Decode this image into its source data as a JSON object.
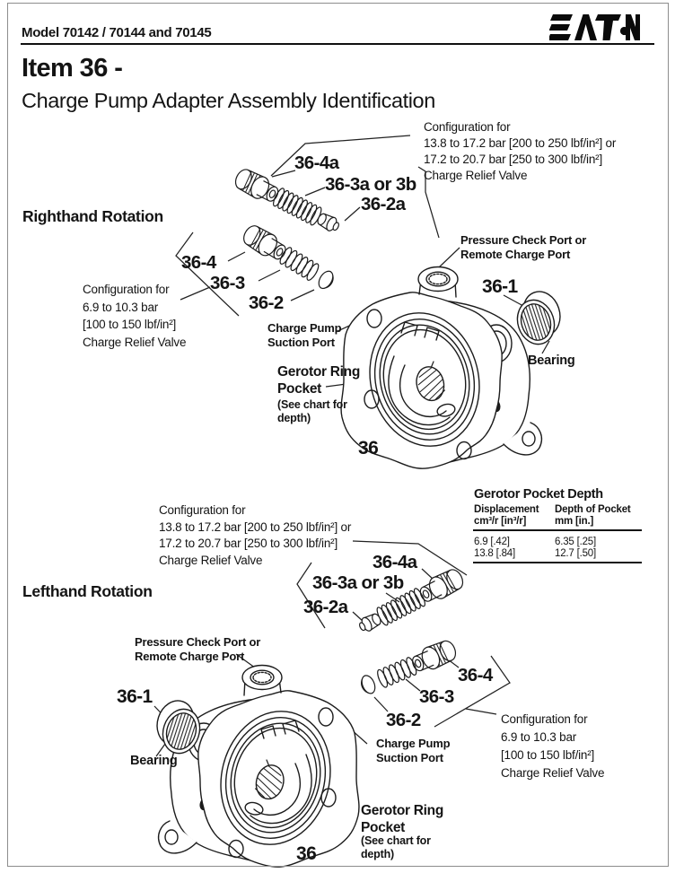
{
  "header": {
    "model": "Model 70142 / 70144 and 70145",
    "brand": "EATON"
  },
  "title": {
    "item": "Item 36 -",
    "subtitle": "Charge Pump Adapter Assembly Identification"
  },
  "sections": {
    "righthand": {
      "heading": "Righthand Rotation"
    },
    "lefthand": {
      "heading": "Lefthand Rotation"
    }
  },
  "config_high": {
    "l1": "Configuration for",
    "l2": "13.8 to 17.2 bar [200 to 250 lbf/in²] or",
    "l3": "17.2 to 20.7 bar [250 to 300 lbf/in²]",
    "l4": "Charge Relief Valve"
  },
  "config_low": {
    "l1": "Configuration for",
    "l2": "6.9 to 10.3 bar",
    "l3": "[100 to 150 lbf/in²]",
    "l4": "Charge Relief Valve"
  },
  "part_labels": {
    "p36_4a": "36-4a",
    "p36_3ab": "36-3a or 3b",
    "p36_2a": "36-2a",
    "p36_4": "36-4",
    "p36_3": "36-3",
    "p36_2": "36-2",
    "p36_1": "36-1",
    "p36": "36"
  },
  "callouts": {
    "pressure_1": "Pressure Check Port or",
    "pressure_2": "Remote Charge Port",
    "suction_1": "Charge Pump",
    "suction_2": "Suction Port",
    "bearing": "Bearing",
    "gerotor_1": "Gerotor Ring",
    "gerotor_2": "Pocket",
    "gerotor_note_1": "(See chart for",
    "gerotor_note_2": "depth)"
  },
  "table": {
    "title": "Gerotor Pocket Depth",
    "col1_h1": "Displacement",
    "col1_h2": "cm³/r [in³/r]",
    "col2_h1": "Depth of Pocket",
    "col2_h2": "mm [in.]",
    "rows": [
      {
        "c1": "6.9 [.42]",
        "c2": "6.35 [.25]"
      },
      {
        "c1": "13.8 [.84]",
        "c2": "12.7 [.50]"
      }
    ]
  }
}
